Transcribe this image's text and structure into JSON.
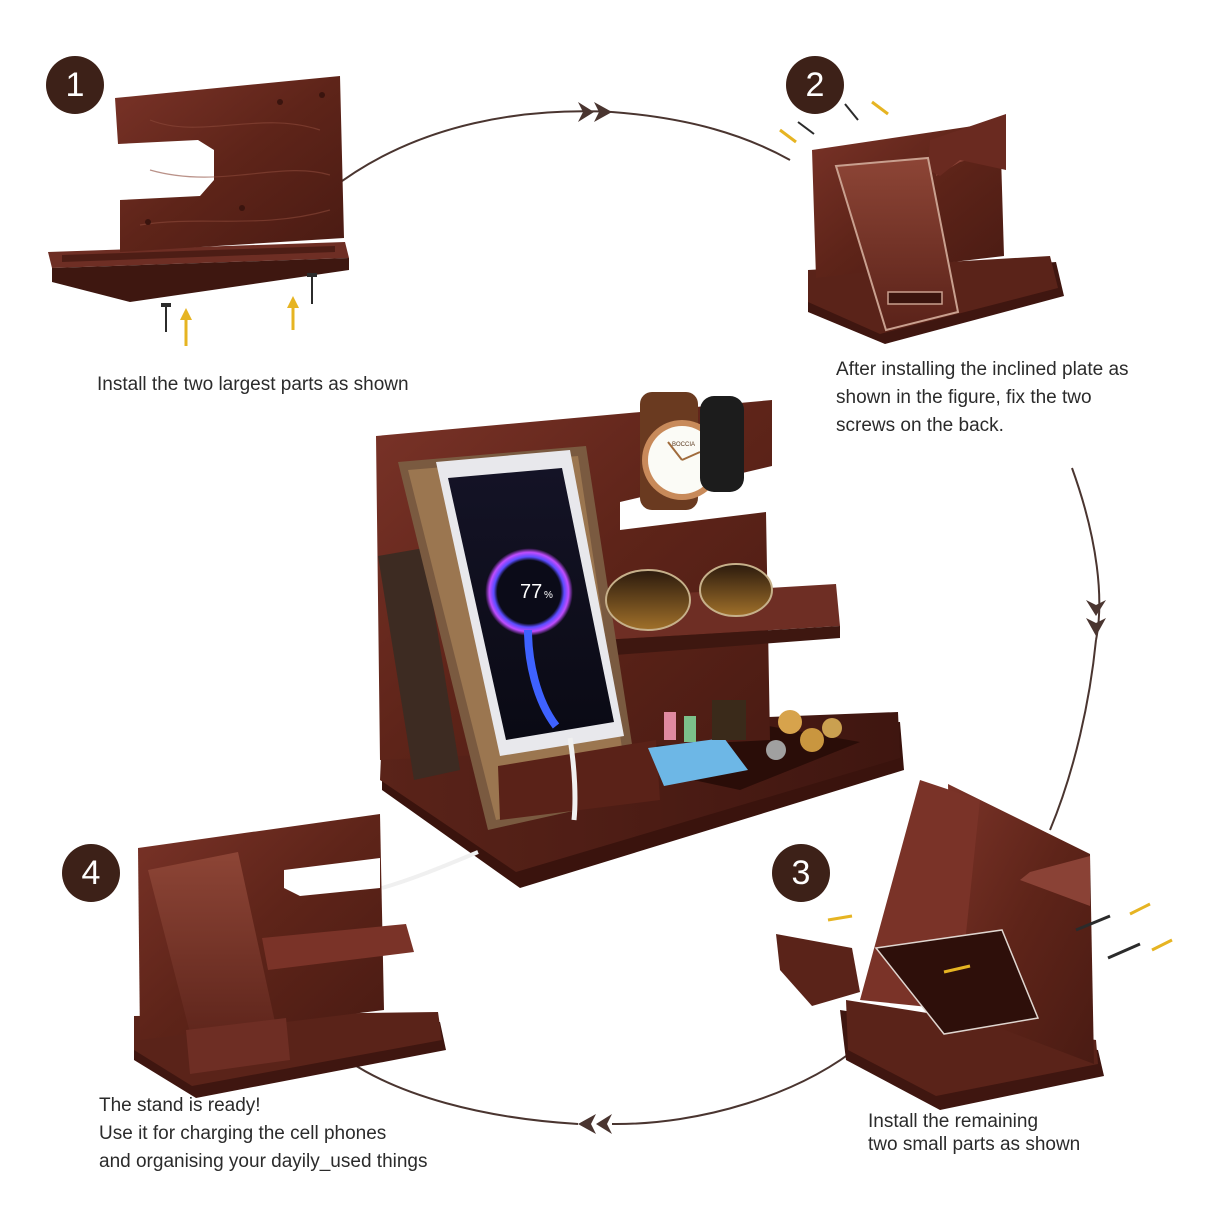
{
  "steps": [
    {
      "number": "1",
      "caption_lines": [
        "Install the two largest parts as shown"
      ]
    },
    {
      "number": "2",
      "caption_lines": [
        "After installing the inclined plate as",
        "shown in the figure, fix the two",
        "screws on the back."
      ]
    },
    {
      "number": "3",
      "caption_lines": [
        "Install the remaining",
        "two small parts as shown"
      ]
    },
    {
      "number": "4",
      "caption_lines": [
        "The stand is ready!",
        "Use it for charging the cell phones",
        "and organising your dayily_used things"
      ]
    }
  ],
  "center_product": {
    "battery_text": "77",
    "battery_unit": "%",
    "watch_brand": "BOCCIA"
  },
  "colors": {
    "wood_dark": "#4a1d16",
    "wood_mid": "#6e2e24",
    "wood_light": "#8a4236",
    "badge": "#3d2118",
    "arrow_line": "#4a3530",
    "hint_arrow": "#e6b422",
    "screw": "#2b2b2b"
  },
  "icons": [
    "screw-icon",
    "assembly-arrow-icon",
    "hint-arrow-icon"
  ]
}
